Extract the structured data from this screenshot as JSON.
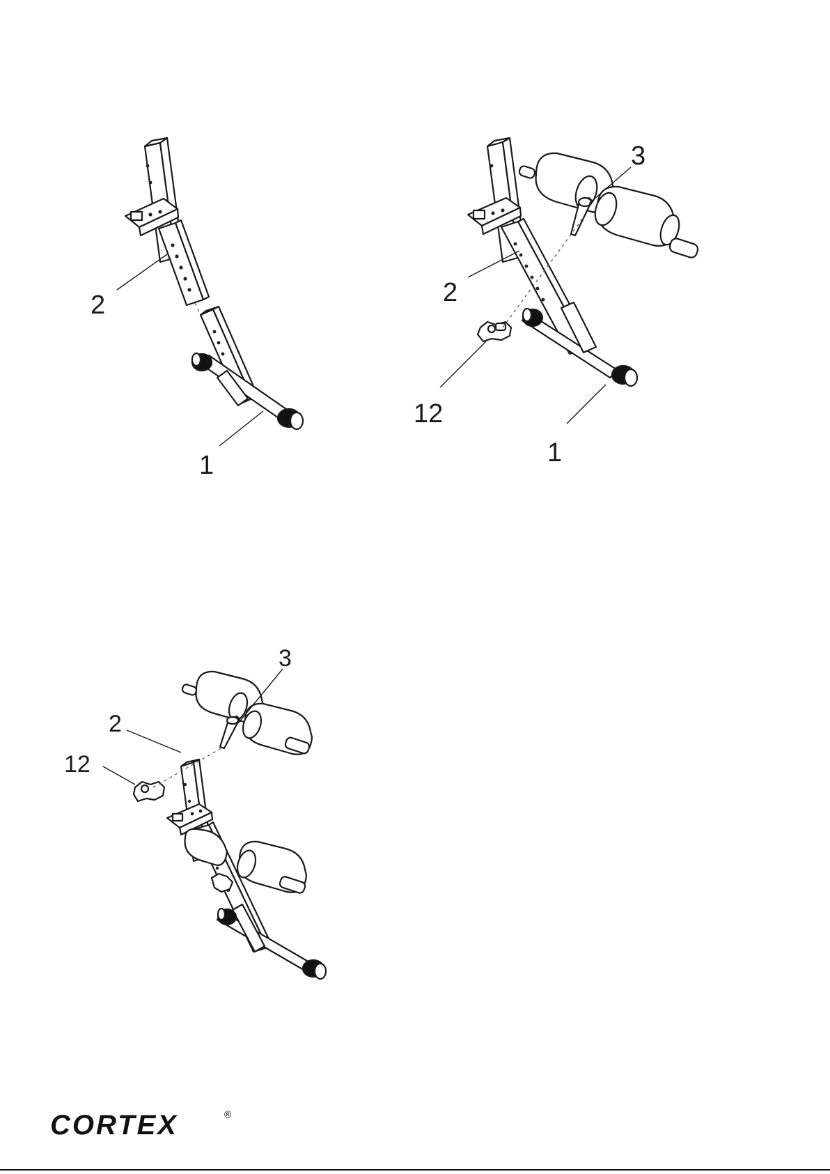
{
  "figures": [
    {
      "id": "step-1",
      "callouts": [
        "2",
        "1"
      ]
    },
    {
      "id": "step-2",
      "callouts": [
        "3",
        "2",
        "12",
        "1"
      ]
    },
    {
      "id": "step-3",
      "callouts": [
        "3",
        "2",
        "12"
      ]
    }
  ],
  "brand": {
    "name": "CORTEX",
    "mark": "®"
  }
}
